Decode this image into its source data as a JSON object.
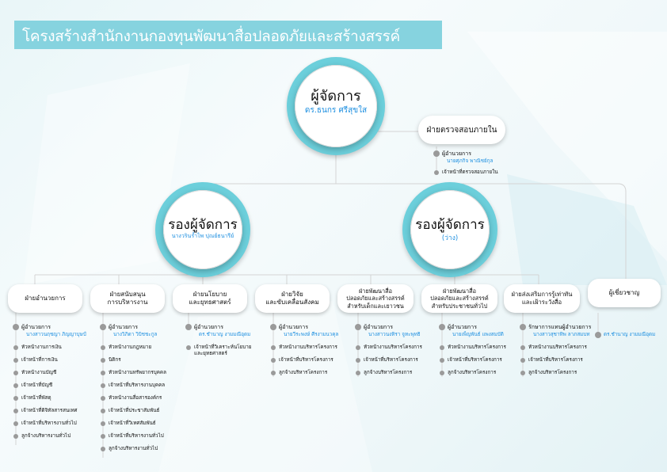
{
  "title": "โครงสร้างสำนักงานกองทุนพัฒนาสื่อปลอดภัยและสร้างสรรค์",
  "director": {
    "role": "ผู้จัดการ",
    "name": "ดร.ธนกร ศรีสุขใส"
  },
  "audit": {
    "label": "ฝ่ายตรวจสอบภายใน",
    "items": [
      {
        "role": "ผู้อำนวยการ",
        "name": "นายศุภกิจ พาณิชย์กุล"
      },
      {
        "role": "เจ้าหน้าที่ตรวจสอบภายใน"
      }
    ]
  },
  "deputies": [
    {
      "role": "รองผู้จัดการ",
      "name": "นางวรินร์ำไพ ปุณย์ธนารีย์"
    },
    {
      "role": "รองผู้จัดการ",
      "name": "(ว่าง)"
    }
  ],
  "departments": [
    {
      "label": "ฝ่ายอำนวยการ",
      "head": {
        "role": "ผู้อำนวยการ",
        "name": "นางสาวนฤชญา ภิญญาบุษป์"
      },
      "items": [
        "หัวหน้างานการเงิน",
        "เจ้าหน้าที่การเงิน",
        "หัวหน้างานบัญชี",
        "เจ้าหน้าที่บัญชี",
        "เจ้าหน้าที่พัสดุ",
        "เจ้าหน้าที่ดิจิทัลสารสนเทศ",
        "เจ้าหน้าที่บริหารงานทั่วไป",
        "ลูกจ้างบริหารงานทั่วไป"
      ]
    },
    {
      "label": "ฝ่ายสนับสนุน\nการบริหารงาน",
      "head": {
        "role": "ผู้อำนวยการ",
        "name": "นางวิภิดา วิบิชชะกูล"
      },
      "items": [
        "หัวหน้างานกฎหมาย",
        "นิติกร",
        "หัวหน้างานทรัพยากรบุคคล",
        "เจ้าหน้าที่บริหารงานบุคคล",
        "หัวหน้างานสื่อสารองค์กร",
        "เจ้าหน้าที่ประชาสัมพันธ์",
        "เจ้าหน้าที่วิเทศสัมพันธ์",
        "เจ้าหน้าที่บริหารงานทั่วไป",
        "ลูกจ้างบริหารงานทั่วไป"
      ]
    },
    {
      "label": "ฝ่ายนโยบาย\nและยุทธศาสตร์",
      "head": {
        "role": "ผู้อำนวยการ",
        "name": "ดร.ชำนาญ งามมณีอุดม"
      },
      "items": [
        "เจ้าหน้าที่วิเคราะห์นโยบาย\nและยุทธศาสตร์"
      ]
    },
    {
      "label": "ฝ่ายวิจัย\nและขับเคลื่อนสังคม",
      "head": {
        "role": "ผู้อำนวยการ",
        "name": "นายวีระพงษ์ ศีรงามนวคุล"
      },
      "items": [
        "หัวหน้างานบริหารโครงการ",
        "เจ้าหน้าที่บริหารโครงการ",
        "ลูกจ้างบริหารโครงการ"
      ]
    },
    {
      "label": "ฝ่ายพัฒนาสื่อ\nปลอดภัยและสร้างสรรค์\nสำหรับเด็กและเยาวชน",
      "head": {
        "role": "ผู้อำนวยการ",
        "name": "นางสาวนงทิรา จูทะพุทธิ"
      },
      "items": [
        "หัวหน้างานบริหารโครงการ",
        "เจ้าหน้าที่บริหารโครงการ",
        "ลูกจ้างบริหารโครงการ"
      ]
    },
    {
      "label": "ฝ่ายพัฒนาสื่อ\nปลอดภัยและสร้างสรรค์\nสำหรับประชาชนทั่วไป",
      "head": {
        "role": "ผู้อำนวยการ",
        "name": "นายเพ็ญพันธ์ แพงสมบัติ"
      },
      "items": [
        "หัวหน้างานบริหารโครงการ",
        "เจ้าหน้าที่บริหารโครงการ",
        "ลูกจ้างบริหารโครงการ"
      ]
    },
    {
      "label": "ฝ่ายส่งเสริมการรู้เท่าทัน\nและเฝ้าระวังสื่อ",
      "head": {
        "role": "รักษาการแทนผู้อำนวยการ",
        "name": "นางสาวสุชาทิพ ลาภสมบท"
      },
      "items": [
        "หัวหน้างานบริหารโครงการ",
        "เจ้าหน้าที่บริหารโครงการ",
        "ลูกจ้างบริหารโครงการ"
      ]
    },
    {
      "label": "ผู้เชี่ยวชาญ",
      "head": {
        "name": "ดร.ชำนาญ งามมณีอุดม"
      },
      "items": []
    }
  ]
}
